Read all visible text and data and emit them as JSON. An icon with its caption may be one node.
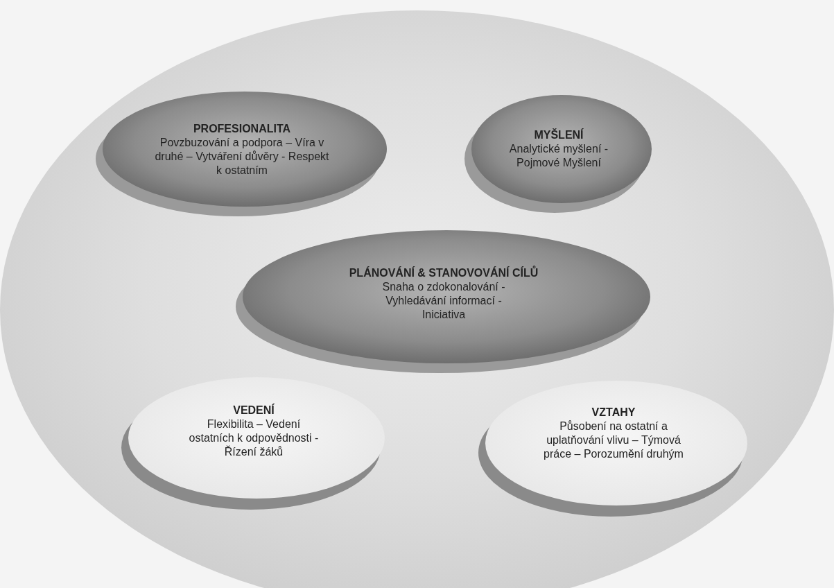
{
  "diagram": {
    "nodes": [
      {
        "text": [],
        "shape": "circle"
      },
      {
        "text": [
          "PROFESIONALITA",
          "Povzbuzování a podpora – Víra v druhé – Vytváření důvěry - Respekt k ostatním"
        ],
        "in": 0
      },
      {
        "text": [
          "MYŠLENÍ",
          "Analytické myšlení - Pojmové Myšlení"
        ],
        "in": 0
      },
      {
        "text": [
          "PLÁNOVÁNÍ & STANOVOVÁNÍ CÍLŮ",
          "Snaha o zdokonalování - Vyhledávání informací - Iniciativa"
        ],
        "in": 0
      },
      {
        "text": [
          "VEDENÍ",
          "Flexibilita – Vedení ostatních k odpovědnosti - Řízení žáků"
        ],
        "in": 0
      },
      {
        "text": [
          "VZTAHY",
          "Působení na ostatní a uplatňování vlivu – Týmová práce – Porozumění druhým"
        ],
        "in": 0
      }
    ]
  }
}
